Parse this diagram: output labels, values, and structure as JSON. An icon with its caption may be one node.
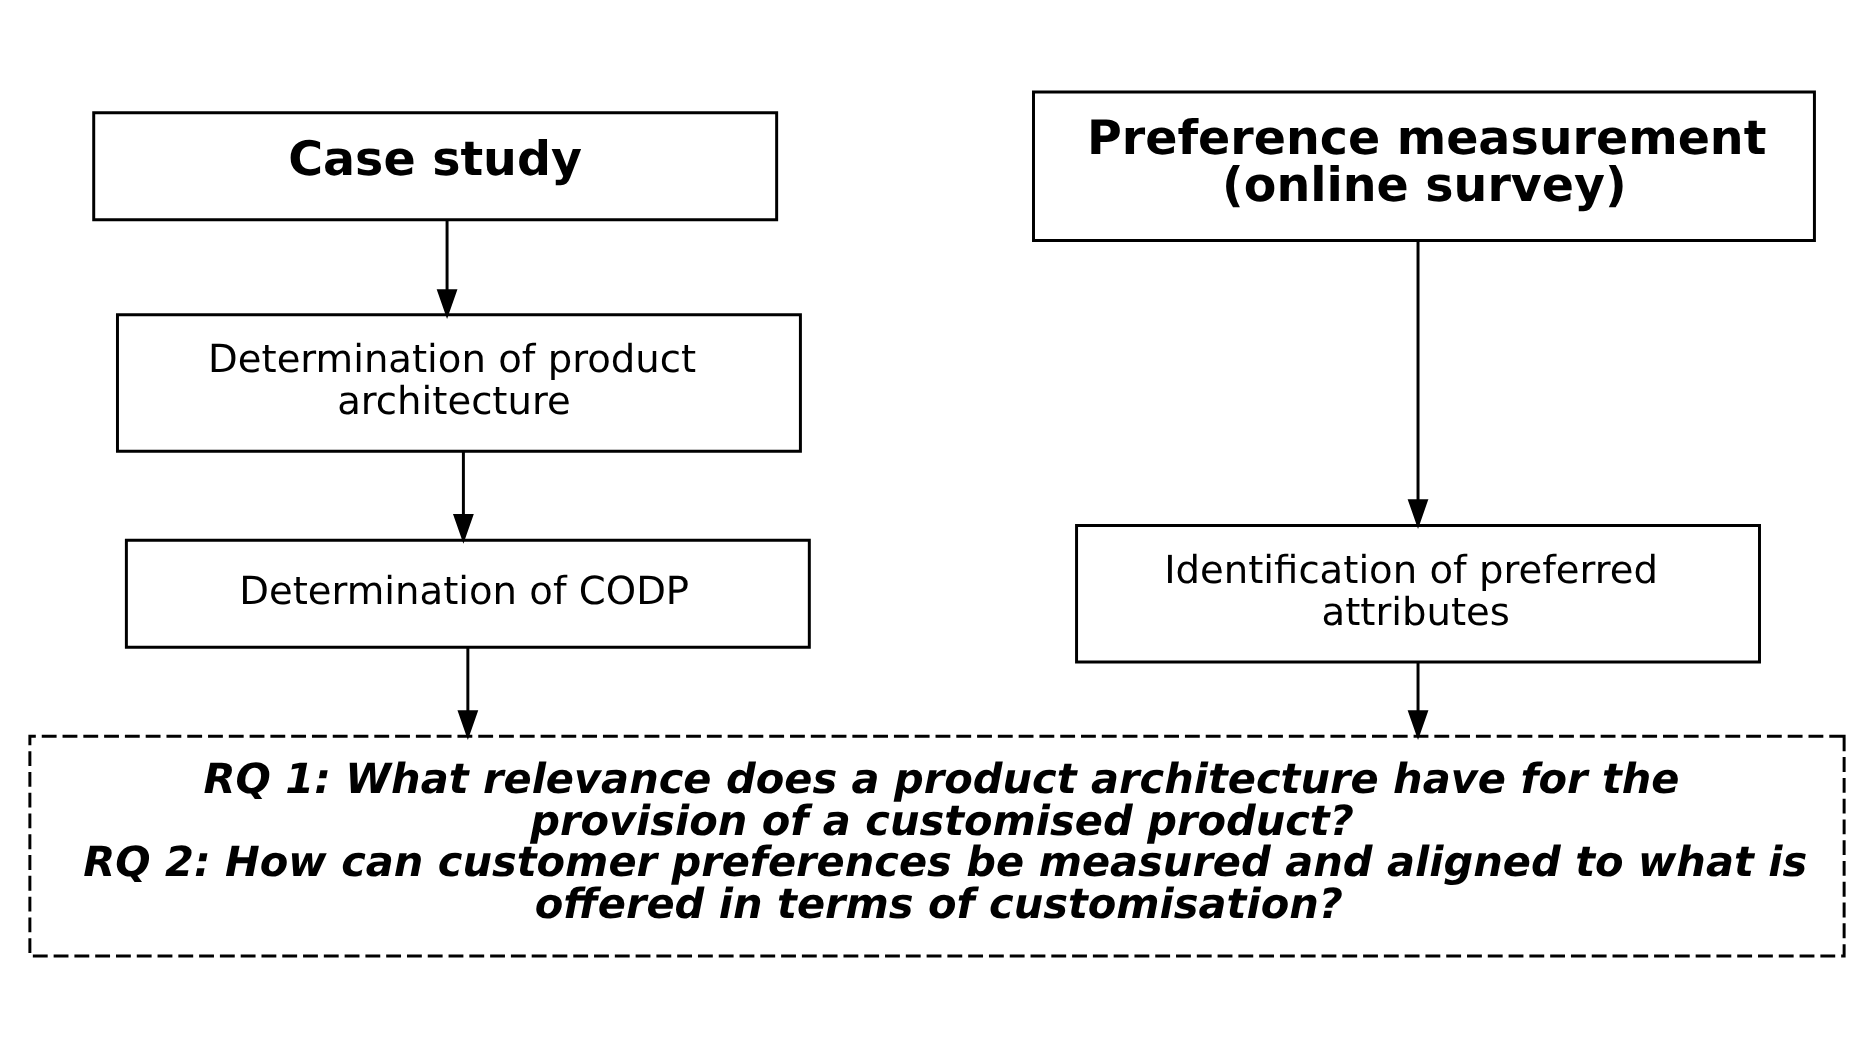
{
  "diagram": {
    "nodes": [
      {
        "text": [
          "Case study"
        ]
      },
      {
        "text": [
          "Determination of product architecture"
        ]
      },
      {
        "text": [
          "Determination of CODP"
        ]
      },
      {
        "text": [
          "Preference measurement (online survey)"
        ]
      },
      {
        "text": [
          "Identification of preferred attributes"
        ]
      },
      {
        "text": [
          "RQ 1: What relevance does a product architecture have for the provision of a customised product?",
          "RQ 2: How can customer preferences be measured and aligned to what is offered in terms of customisation?"
        ]
      }
    ],
    "edges": [
      {
        "from": 0,
        "to": 1,
        "arrow": "to"
      },
      {
        "from": 1,
        "to": 2,
        "arrow": "to"
      },
      {
        "from": 3,
        "to": 4,
        "arrow": "to"
      },
      {
        "from": 2,
        "to": 5,
        "arrow": "to"
      },
      {
        "from": 4,
        "to": 5,
        "arrow": "to"
      }
    ]
  }
}
